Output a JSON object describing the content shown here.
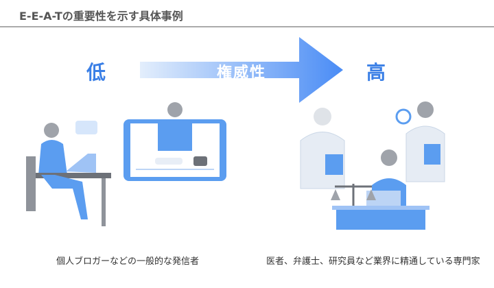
{
  "header": {
    "title": "E-E-A-Tの重要性を示す具体事例"
  },
  "scale": {
    "low": "低",
    "high": "高",
    "axis_label": "権威性"
  },
  "captions": {
    "left": "個人ブロガーなどの一般的な発信者",
    "right": "医者、弁護士、研究員など業界に精通している専門家"
  },
  "colors": {
    "accent": "#3a7fe6",
    "arrow_start": "#e3eefc",
    "arrow_end": "#4a8cf5",
    "rule": "#aaaaaa"
  }
}
